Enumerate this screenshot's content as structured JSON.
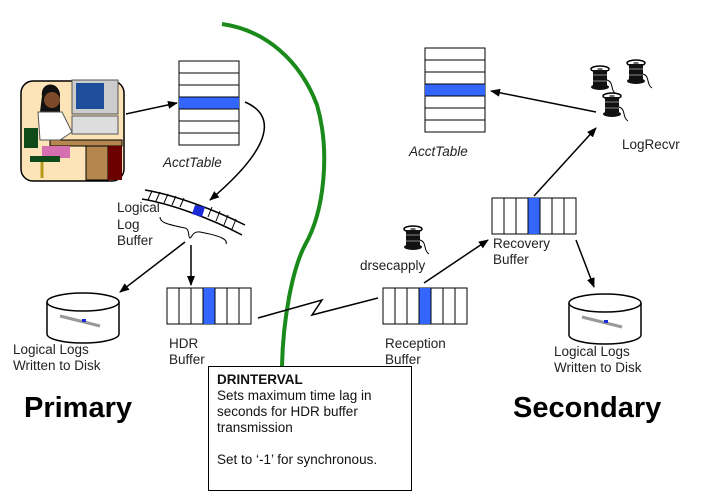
{
  "diagram": {
    "colors": {
      "highlight": "#3366ff",
      "boundary_line": "#1a8a1a",
      "stroke": "#000000"
    },
    "sites": {
      "primary": "Primary",
      "secondary": "Secondary"
    },
    "primary": {
      "user_icon": "user-at-workstation-icon",
      "acct_table": "AcctTable",
      "logical_log_buffer": [
        "Logical",
        "Log",
        "Buffer"
      ],
      "disk": [
        "Logical Logs",
        "Written to Disk"
      ],
      "hdr_buffer": [
        "HDR",
        "Buffer"
      ]
    },
    "secondary": {
      "acct_table": "AcctTable",
      "log_recvr": "LogRecvr",
      "drsecapply": "drsecapply",
      "recovery_buffer": [
        "Recovery",
        "Buffer"
      ],
      "reception_buffer": [
        "Reception",
        "Buffer"
      ],
      "disk": [
        "Logical Logs",
        "Written to Disk"
      ]
    },
    "note": {
      "title": "DRINTERVAL",
      "lines": [
        "Sets maximum time lag in",
        "seconds for HDR buffer",
        "transmission"
      ],
      "footer": "Set to ‘-1’ for synchronous."
    }
  }
}
